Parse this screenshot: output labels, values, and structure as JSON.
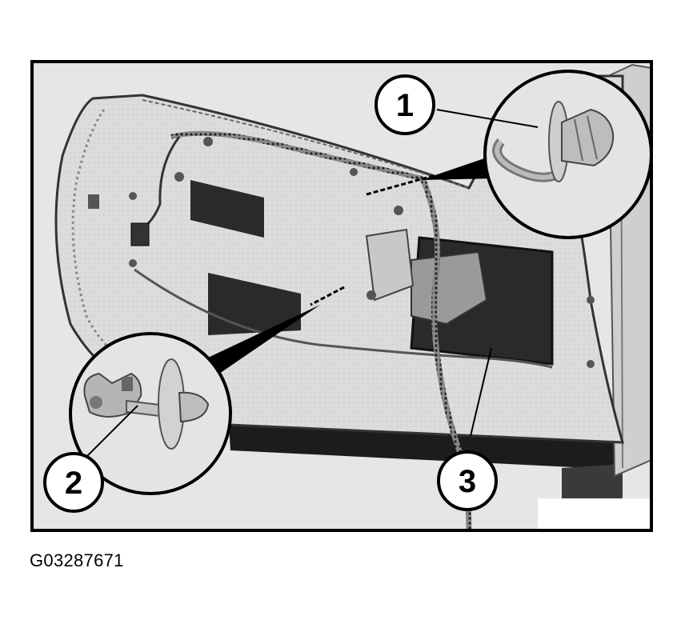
{
  "figure": {
    "id": "G03287671",
    "callouts": [
      {
        "number": "1",
        "part": "wire-harness-clip"
      },
      {
        "number": "2",
        "part": "trim-panel-push-pin"
      },
      {
        "number": "3",
        "part": "door-wiring-harness"
      }
    ]
  },
  "colors": {
    "frame": "#000000",
    "background": "#e8e8e8",
    "door_panel": "#d9d9d9",
    "openings": "#2a2a2a",
    "harness": "#555555",
    "seal": "#1a1a1a"
  }
}
